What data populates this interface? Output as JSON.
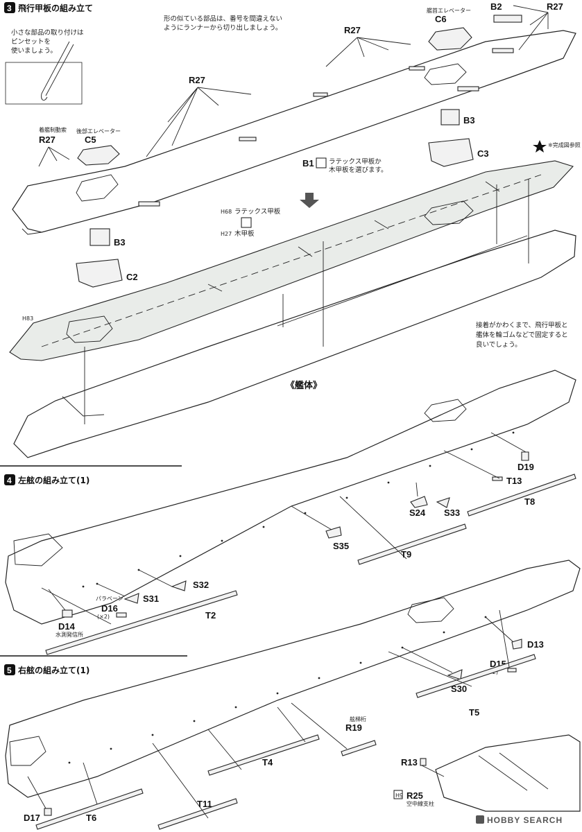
{
  "step3": {
    "number": "3",
    "title": "飛行甲板の組み立て",
    "tip_text": [
      "小さな部品の取り付けは",
      "ピンセットを",
      "使いましょう。"
    ],
    "caution_text": [
      "形の似ている部品は、番号を間違えない",
      "ようにランナーから切り出しましょう。"
    ],
    "elevator_caption_c6": "艦首エレベーター",
    "elevator_caption_c5": "後部エレベーター",
    "tailhook_caption": "着艦制動索",
    "deck_choice_note": [
      "ラテックス甲板か",
      "木甲板を選びます。"
    ],
    "paint_ref_h68": "ラテックス甲板",
    "paint_ref_h27": "木甲板",
    "paint_ref_h83": "H83",
    "h68": "H68",
    "h27": "H27",
    "completed_ref": "※完成図参照",
    "glue_note": [
      "接着がかわくまで、飛行甲板と",
      "艦体を輪ゴムなどで固定すると",
      "良いでしょう。"
    ],
    "hull_label": "《艦体》",
    "parts": {
      "r27": "R27",
      "b2": "B2",
      "c6": "C6",
      "c5": "C5",
      "c3": "C3",
      "c2": "C2",
      "b3": "B3",
      "b1": "B1"
    }
  },
  "step4": {
    "number": "4",
    "title": "左舷の組み立て(1)",
    "parts": {
      "d19": "D19",
      "t13": "T13",
      "t8": "T8",
      "s24": "S24",
      "s33": "S33",
      "s35": "S35",
      "t9": "T9",
      "s32": "S32",
      "s31": "S31",
      "d16": "D16",
      "d16_qty": "(×2)",
      "d14": "D14",
      "t2": "T2"
    },
    "d16_caption": "パラベーン",
    "d14_caption": "水測発信所"
  },
  "step5": {
    "number": "5",
    "title": "右舷の組み立て(1)",
    "parts": {
      "d13": "D13",
      "d15": "D15",
      "d15_qty": "(×2)",
      "s30": "S30",
      "t5": "T5",
      "r19": "R19",
      "t4": "T4",
      "r13": "R13",
      "r25": "R25",
      "h9": "H9",
      "d17": "D17",
      "t6": "T6",
      "t11": "T11"
    },
    "r19_caption": "舷梯桁",
    "r25_caption": "空中線支柱"
  },
  "watermark": "HOBBY SEARCH"
}
